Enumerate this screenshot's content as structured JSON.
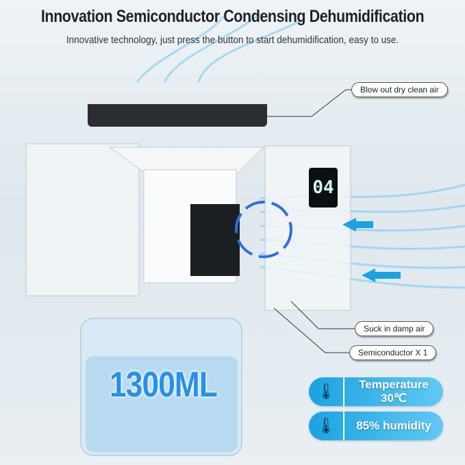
{
  "title": "Innovation Semiconductor Condensing Dehumidification",
  "subtitle": "Innovative technology, just press the button to start dehumidification, easy to use.",
  "callouts": {
    "blow_out": "Blow out dry clean air",
    "suck_in": "Suck in damp air",
    "semiconductor": "Semiconductor X 1"
  },
  "display_reading": "04",
  "tank_capacity": "1300ML",
  "badges": [
    {
      "icon": "thermometer-sun-icon",
      "label": "Temperature 30℃"
    },
    {
      "icon": "thermometer-drop-icon",
      "label": "85% humidity"
    }
  ],
  "colors": {
    "accent": "#1aa3e0",
    "airflow": "#4fb8ee",
    "capacity_text": "#2a8fe6"
  }
}
